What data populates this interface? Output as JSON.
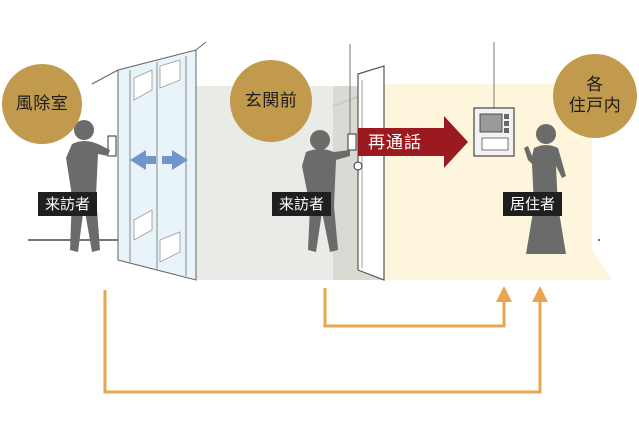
{
  "locations": {
    "vestibule": "風除室",
    "entrance": "玄関前",
    "dwelling_line1": "各",
    "dwelling_line2": "住戸内"
  },
  "people": {
    "visitor_vestibule": "来訪者",
    "visitor_entrance": "来訪者",
    "resident": "居住者"
  },
  "callout": {
    "recall": "再通話"
  },
  "colors": {
    "circle": "#c19a4e",
    "tag": "#1f1f1f",
    "callout_arrow": "#9b1a1f",
    "path_arrow": "#e9a550",
    "door_arrow": "#6f95cf",
    "lobby_wall": "#e9ebe6",
    "dwelling_floor": "#fdf6dd"
  },
  "icons": {
    "visitor": "person-silhouette-icon",
    "resident": "person-silhouette-icon",
    "intercom": "intercom-monitor-icon",
    "door_open": "double-arrow-icon"
  }
}
